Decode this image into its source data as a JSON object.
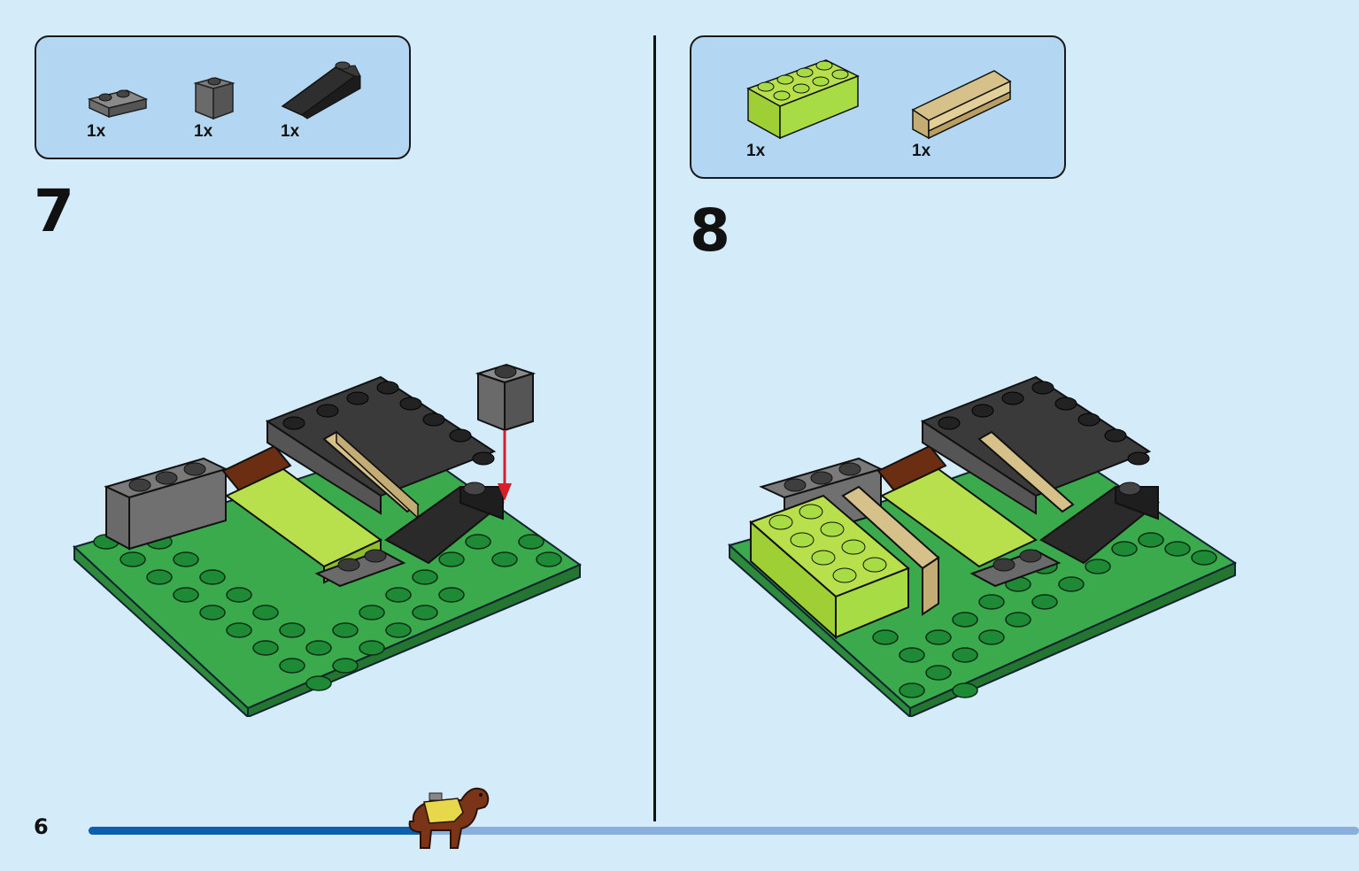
{
  "step7": {
    "number": "7",
    "parts": [
      {
        "name": "dark-gray 1x2 plate",
        "qty": "1x"
      },
      {
        "name": "dark-gray 1x1 brick",
        "qty": "1x"
      },
      {
        "name": "black 1x3 slope",
        "qty": "1x"
      }
    ]
  },
  "step8": {
    "number": "8",
    "parts": [
      {
        "name": "lime 2x4 brick",
        "qty": "1x"
      },
      {
        "name": "tan 1x4 panel",
        "qty": "1x"
      }
    ]
  },
  "footer": {
    "page_number": "6",
    "progress": 0.27
  },
  "colors": {
    "background": "#d4ebfa",
    "parts_box": "#b3d7f3",
    "green": "#3aaa4c",
    "lime": "#a8dc44",
    "dark_gray": "#666666",
    "black": "#2a2a2a",
    "tan": "#d7c18a",
    "brown": "#6b2e12",
    "arrow_red": "#d51f2a",
    "progress_fill": "#0a5faf",
    "progress_track": "#8aaedd"
  }
}
